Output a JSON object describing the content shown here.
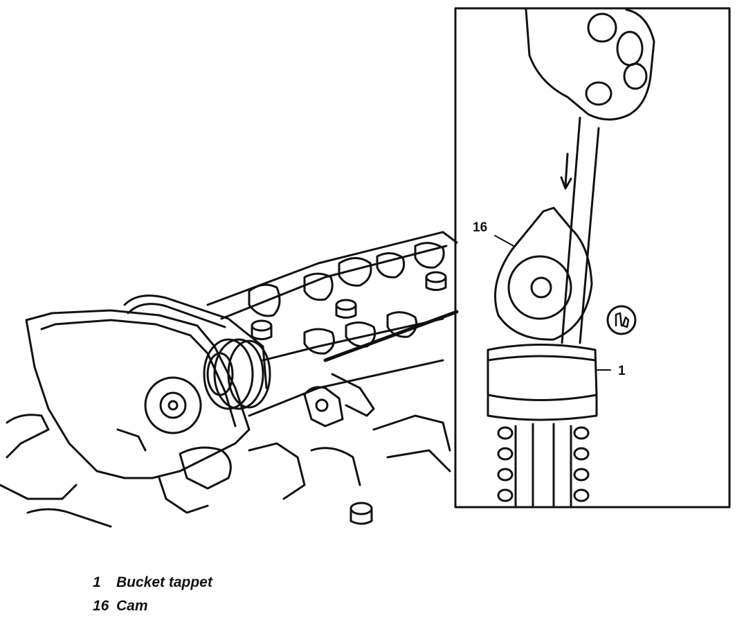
{
  "callouts": {
    "cam": "16",
    "tappet": "1"
  },
  "legend": [
    {
      "number": "1",
      "label": "Bucket tappet"
    },
    {
      "number": "16",
      "label": "Cam"
    }
  ],
  "icons": {
    "direction_arrow": "arrow-down-icon",
    "detail_marker": "hand-pointer-icon"
  }
}
